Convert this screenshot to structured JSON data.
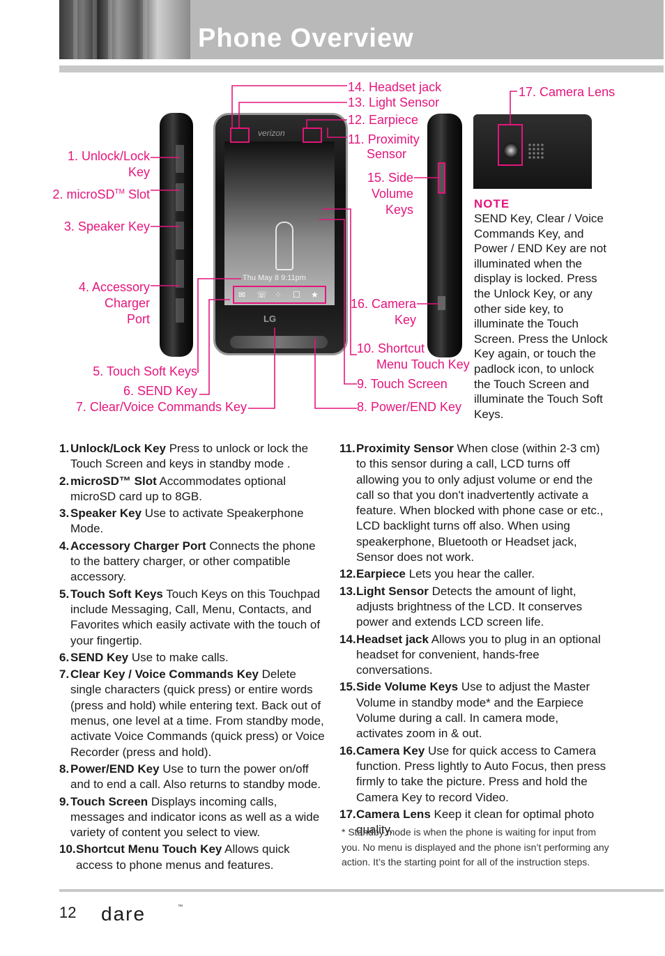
{
  "header": {
    "title": "Phone Overview"
  },
  "callouts": {
    "c1a": "1. Unlock/Lock",
    "c1b": "Key",
    "c2a": "2. microSD",
    "c2sup": "TM",
    "c2b": " Slot",
    "c3": "3. Speaker Key",
    "c4a": "4. Accessory",
    "c4b": "Charger",
    "c4c": "Port",
    "c5": "5. Touch Soft Keys",
    "c6": "6. SEND Key",
    "c7": "7. Clear/Voice Commands Key",
    "c8": "8. Power/END Key",
    "c9": "9. Touch Screen",
    "c10a": "10. Shortcut",
    "c10b": "Menu Touch Key",
    "c11a": "11. Proximity",
    "c11b": "Sensor",
    "c12": "12. Earpiece",
    "c13": "13. Light Sensor",
    "c14": "14. Headset jack",
    "c15a": "15. Side",
    "c15b": "Volume",
    "c15c": "Keys",
    "c16a": "16. Camera",
    "c16b": "Key",
    "c17": "17. Camera Lens"
  },
  "phone": {
    "carrier": "verizon",
    "brand": "LG",
    "time": "Thu May 8 9:11pm"
  },
  "note": {
    "title": "NOTE",
    "text": "SEND Key, Clear /  Voice Commands Key, and Power / END Key are not illuminated when the display is locked. Press the Unlock Key, or any other side key, to illuminate the Touch Screen. Press the Unlock Key again, or touch the padlock icon, to unlock the Touch Screen and illuminate the Touch Soft Keys."
  },
  "items_left": [
    {
      "num": "1.",
      "term": "Unlock/Lock Key",
      "desc": " Press to unlock or lock the Touch Screen and keys in standby mode ."
    },
    {
      "num": "2.",
      "term": "microSD™ Slot",
      "desc": " Accommodates optional microSD card up to 8GB."
    },
    {
      "num": "3.",
      "term": "Speaker Key",
      "desc": "  Use to activate Speakerphone Mode."
    },
    {
      "num": "4.",
      "term": "Accessory Charger Port",
      "desc": " Connects the phone to the battery charger, or other compatible accessory."
    },
    {
      "num": "5.",
      "term": "Touch Soft Keys",
      "desc": " Touch Keys on this Touchpad include Messaging, Call, Menu, Contacts, and Favorites which easily activate with the touch of your fingertip."
    },
    {
      "num": "6.",
      "term": "SEND Key",
      "desc": " Use to make calls."
    },
    {
      "num": "7.",
      "term": "Clear Key / Voice Commands Key",
      "desc": " Delete single characters (quick press) or entire words (press and hold) while entering text. Back out of menus, one level at a time. From standby mode, activate Voice Commands (quick press) or Voice Recorder (press and hold)."
    },
    {
      "num": "8.",
      "term": "Power/END Key",
      "desc": " Use to turn the power on/off and to end a call. Also returns to standby mode."
    },
    {
      "num": "9.",
      "term": "Touch Screen",
      "desc": " Displays incoming calls, messages and indicator icons as well as a wide variety of content you select to view."
    },
    {
      "num": "10.",
      "term": "Shortcut Menu Touch Key",
      "desc": " Allows quick access to phone menus and features."
    }
  ],
  "items_right": [
    {
      "num": "11.",
      "term": "Proximity Sensor",
      "desc": " When close (within 2-3 cm) to this sensor during a call, LCD turns off allowing you to only adjust volume or end the call so that you don't inadvertently activate a feature. When blocked with phone case or etc., LCD backlight turns off also. When using speakerphone, Bluetooth or Headset jack, Sensor does not work."
    },
    {
      "num": "12.",
      "term": "Earpiece",
      "desc": " Lets you hear the caller."
    },
    {
      "num": "13.",
      "term": "Light Sensor",
      "desc": " Detects the amount of light, adjusts brightness of the LCD. It conserves power and extends LCD screen life."
    },
    {
      "num": "14.",
      "term": "Headset jack",
      "desc": " Allows you to plug in an optional headset for convenient, hands-free conversations."
    },
    {
      "num": "15.",
      "term": "Side Volume Keys",
      "desc": " Use to adjust the Master Volume in standby mode* and the Earpiece Volume during a call. In camera mode, activates zoom in & out."
    },
    {
      "num": "16.",
      "term": "Camera Key",
      "desc": " Use for quick access to Camera function. Press lightly to Auto Focus, then press firmly to take the picture. Press and hold the Camera Key to record Video."
    },
    {
      "num": "17.",
      "term": "Camera Lens",
      "desc": " Keep it clean for optimal photo quality."
    }
  ],
  "footnote": "* Standby mode is when the phone is waiting for input from you. No menu is displayed and the phone isn’t performing any action. It’s the starting point for all of the instruction steps.",
  "footer": {
    "page_number": "12",
    "brand": "dare",
    "tm": "™"
  },
  "colors": {
    "accent": "#e4157c",
    "header_gray": "#b9b9b9"
  }
}
